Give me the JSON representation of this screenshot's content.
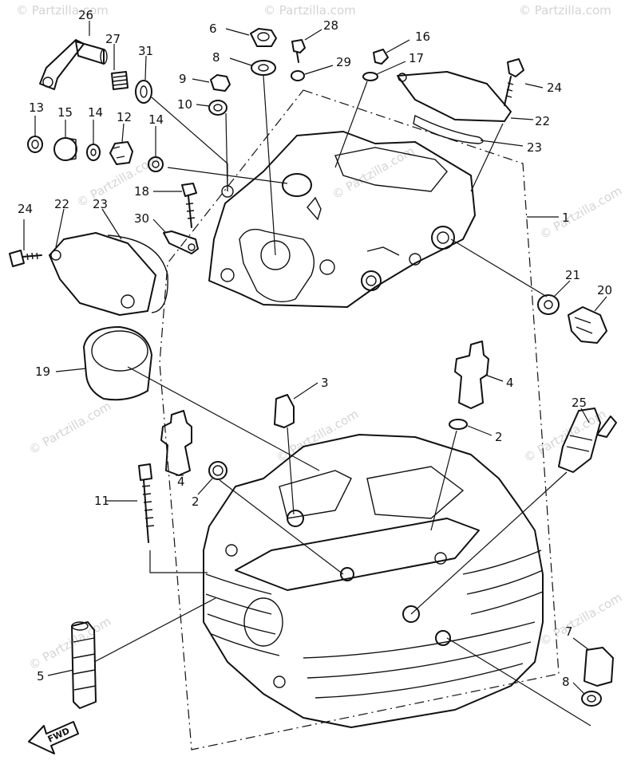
{
  "watermark": "© Partzilla.com",
  "fwd_label": "FWD",
  "callouts": {
    "c1": "1",
    "c2a": "2",
    "c2b": "2",
    "c3": "3",
    "c4a": "4",
    "c4b": "4",
    "c5": "5",
    "c6": "6",
    "c7": "7",
    "c8a": "8",
    "c8b": "8",
    "c9": "9",
    "c10": "10",
    "c11": "11",
    "c12": "12",
    "c13": "13",
    "c14a": "14",
    "c14b": "14",
    "c15": "15",
    "c16": "16",
    "c17": "17",
    "c18": "18",
    "c19": "19",
    "c20": "20",
    "c21": "21",
    "c22a": "22",
    "c22b": "22",
    "c23a": "23",
    "c23b": "23",
    "c24a": "24",
    "c24b": "24",
    "c25": "25",
    "c26": "26",
    "c27": "27",
    "c28": "28",
    "c29": "29",
    "c30": "30",
    "c31": "31"
  }
}
